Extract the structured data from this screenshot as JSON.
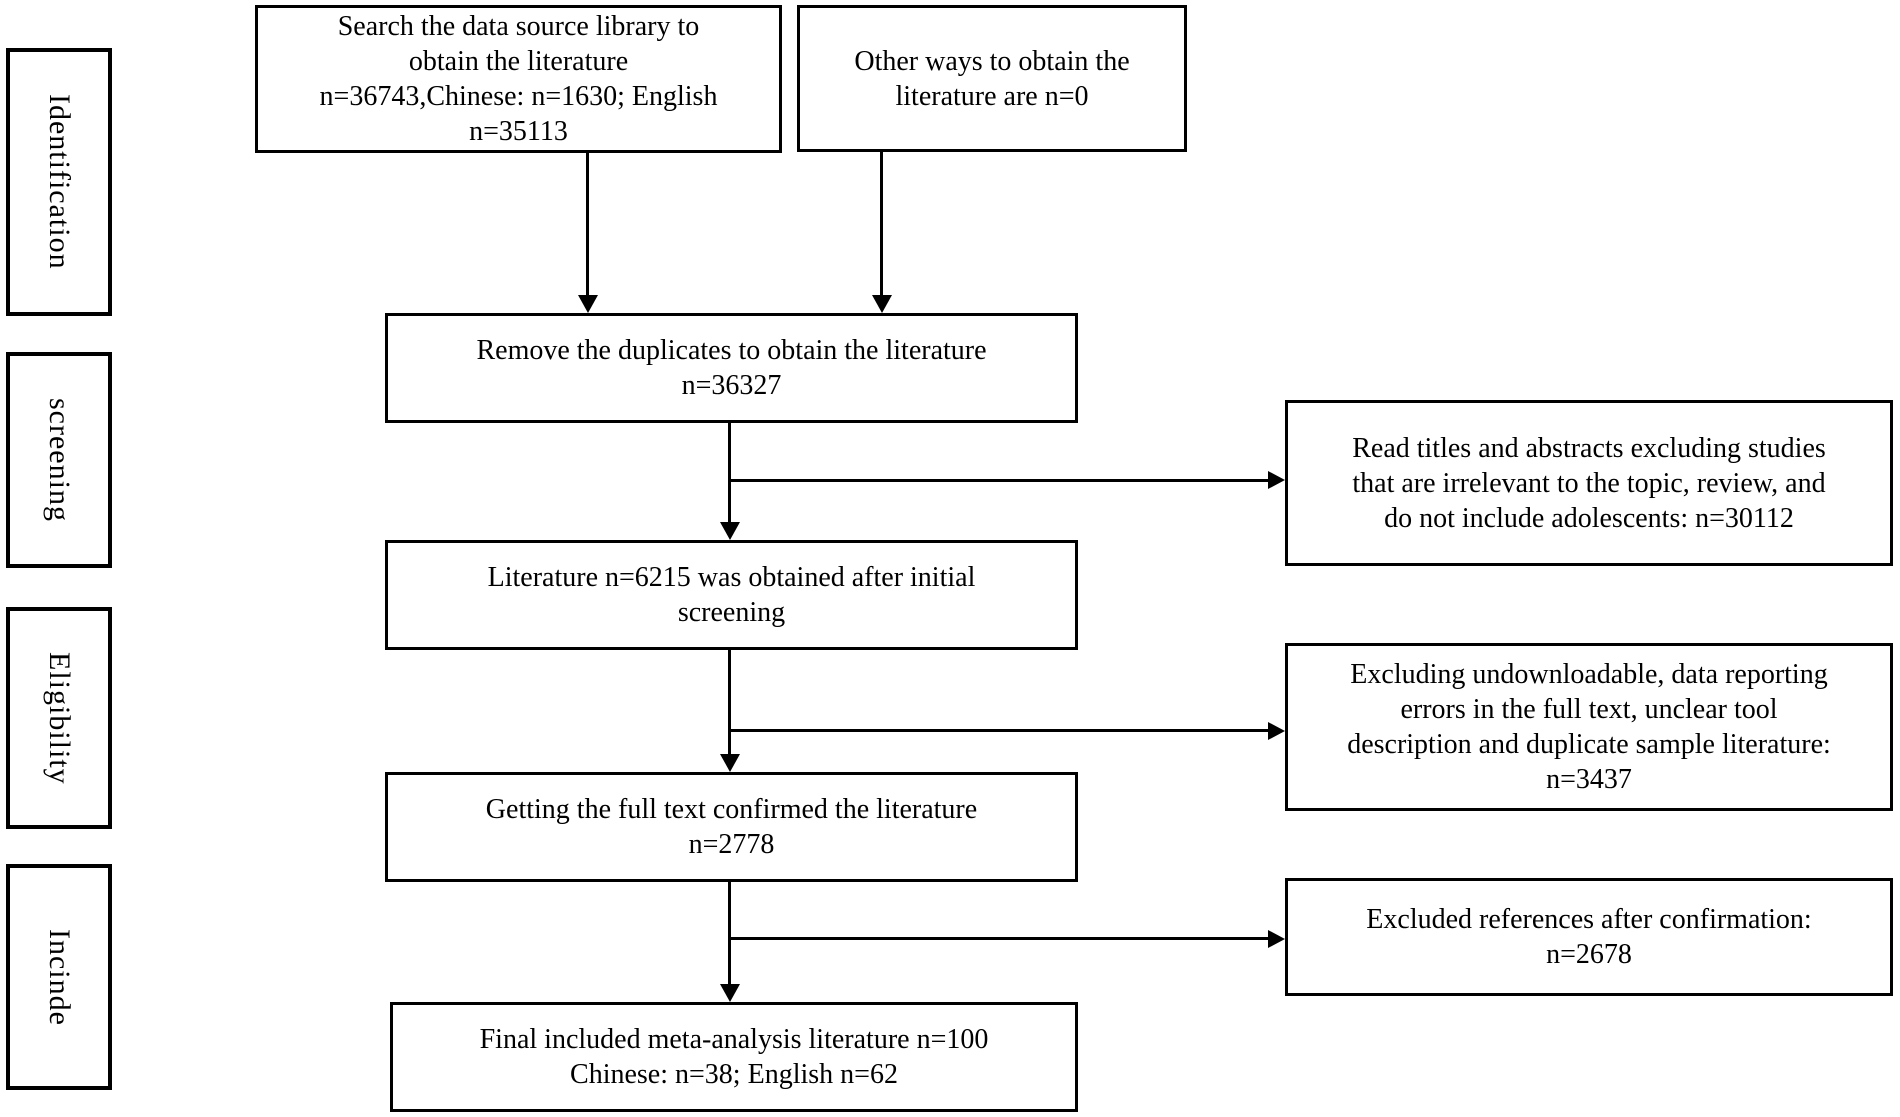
{
  "diagram": {
    "stages": [
      {
        "label": "Identification"
      },
      {
        "label": "screening"
      },
      {
        "label": "Eligibility"
      },
      {
        "label": "Incinde"
      }
    ],
    "boxes": {
      "search": "Search the data source library to\nobtain the literature\nn=36743,Chinese: n=1630; English\nn=35113",
      "other_ways": "Other ways to obtain the\nliterature are n=0",
      "remove_duplicates": "Remove the duplicates to obtain the literature\nn=36327",
      "initial_screening": "Literature n=6215 was obtained after initial\nscreening",
      "full_text": "Getting the full text confirmed the literature\nn=2778",
      "final_included": "Final included meta-analysis literature n=100\nChinese: n=38; English n=62",
      "excluded_titles": "Read titles and abstracts excluding studies\nthat are irrelevant to the topic, review, and\ndo not include adolescents: n=30112",
      "excluded_fulltext": "Excluding undownloadable, data reporting\nerrors in the full text, unclear tool\ndescription and duplicate sample literature:\nn=3437",
      "excluded_confirmation": "Excluded references after confirmation:\nn=2678"
    },
    "colors": {
      "line": "#000000",
      "box_background": "#ffffff",
      "page_background": "#ffffff",
      "text": "#000000"
    }
  }
}
